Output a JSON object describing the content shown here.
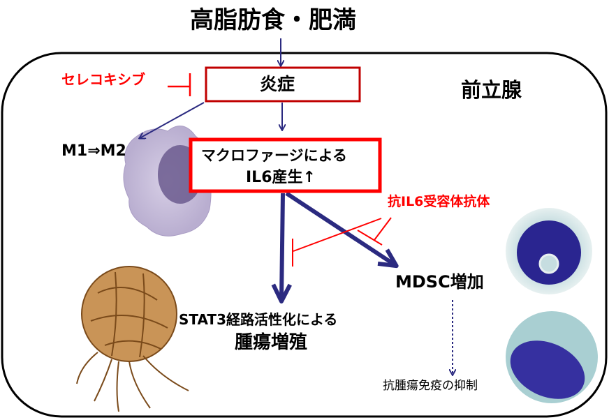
{
  "title": "高脂肪食・肥満",
  "region_label": "前立腺",
  "inflammation": "炎症",
  "celecoxib": "セレコキシブ",
  "m1m2": "M1⇒M2",
  "macrophage_line1": "マクロファージによる",
  "macrophage_line2": "IL6産生↑",
  "anti_il6r": "抗IL6受容体抗体",
  "mdsc": "MDSC増加",
  "stat3_line1": "STAT3経路活性化による",
  "stat3_line2": "腫瘍増殖",
  "immune_suppression": "抗腫瘍免疫の抑制",
  "colors": {
    "arrow": "#2b2a80",
    "inhibit": "#ff0000",
    "box_dark": "#c00000",
    "box_bright": "#ff0000"
  }
}
